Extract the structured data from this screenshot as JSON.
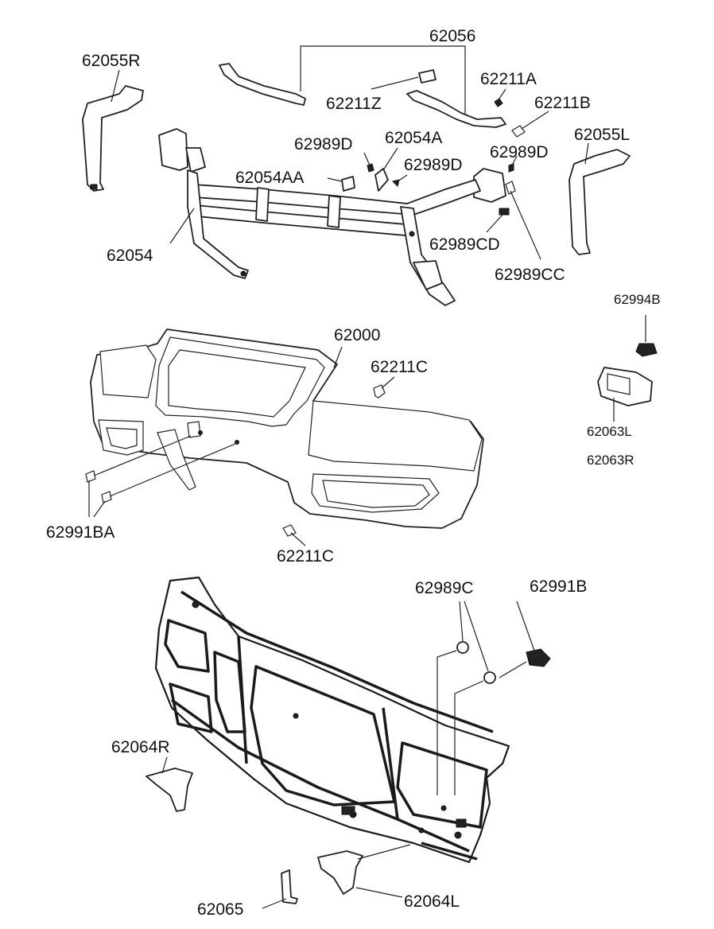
{
  "labels": {
    "p62056": "62056",
    "p62055R": "62055R",
    "p62211A": "62211A",
    "p62211Z": "62211Z",
    "p62211B": "62211B",
    "p62989D_1": "62989D",
    "p62054A": "62054A",
    "p62055L": "62055L",
    "p62989D_2": "62989D",
    "p62989D_3": "62989D",
    "p62054AA": "62054AA",
    "p62054": "62054",
    "p62989CD": "62989CD",
    "p62989CC": "62989CC",
    "p62994B": "62994B",
    "p62000": "62000",
    "p62211C_1": "62211C",
    "p62063L": "62063L",
    "p62063R": "62063R",
    "p62991BA": "62991BA",
    "p62211C_2": "62211C",
    "p62989C": "62989C",
    "p62991B": "62991B",
    "p62064R": "62064R",
    "p62065": "62065",
    "p62064L": "62064L"
  }
}
